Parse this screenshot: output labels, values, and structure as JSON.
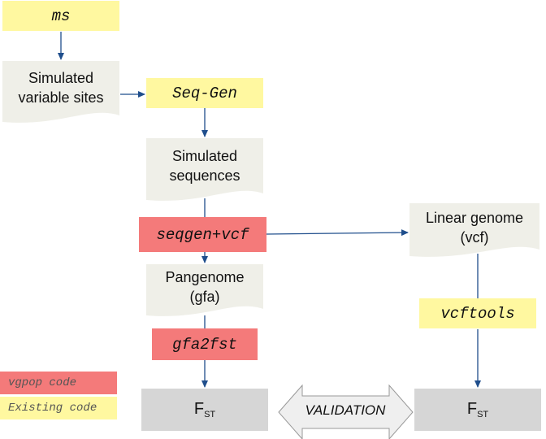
{
  "nodes": {
    "ms": "ms",
    "sim_sites": [
      "Simulated",
      "variable sites"
    ],
    "seqgen": "Seq-Gen",
    "sim_seqs": [
      "Simulated",
      "sequences"
    ],
    "seqgen_vcf": "seqgen+vcf",
    "linear": [
      "Linear genome",
      "(vcf)"
    ],
    "pangenome": [
      "Pangenome",
      "(gfa)"
    ],
    "gfa2fst": "gfa2fst",
    "vcftools": "vcftools",
    "fst_left": {
      "main": "F",
      "sub": "ST"
    },
    "fst_right": {
      "main": "F",
      "sub": "ST"
    },
    "validation": "VALIDATION"
  },
  "legend": {
    "vgpop": "vgpop code",
    "existing": "Existing code"
  },
  "colors": {
    "existing_code": "#fff8a0",
    "vgpop_code": "#f47a7a",
    "document": "#efefe8",
    "fst_box": "#d6d6d6",
    "arrow": "#1f4e8c"
  }
}
